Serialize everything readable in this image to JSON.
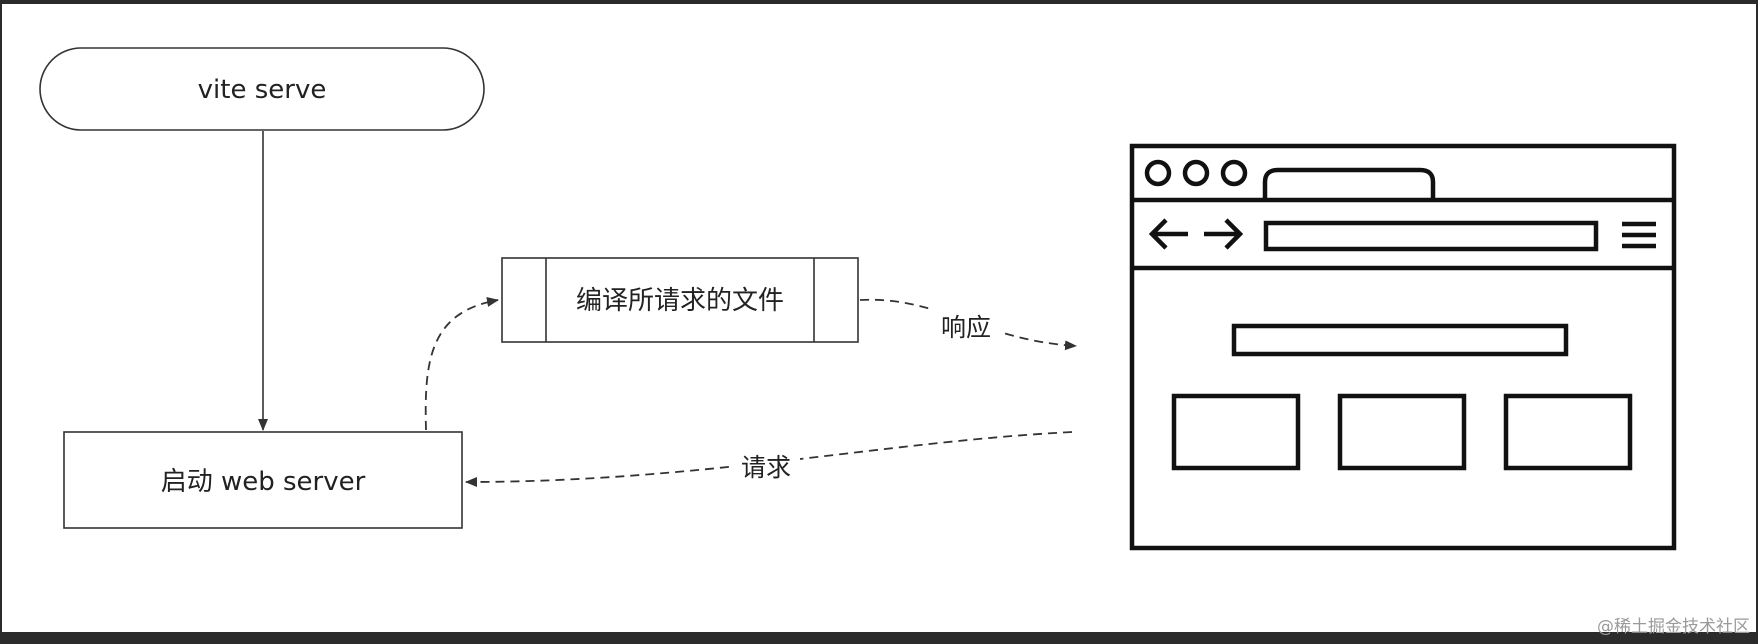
{
  "nodes": {
    "vite_serve": "vite serve",
    "start_server": "启动 web server",
    "compile_files": "编译所请求的文件"
  },
  "edges": {
    "response": "响应",
    "request": "请求"
  },
  "watermark": "@稀土掘金技术社区",
  "colors": {
    "line": "#333333",
    "canvas": "#ffffff",
    "frame": "#2b2b2b"
  },
  "icons": [
    "browser-window-icon",
    "back-arrow-icon",
    "forward-arrow-icon",
    "menu-icon"
  ]
}
